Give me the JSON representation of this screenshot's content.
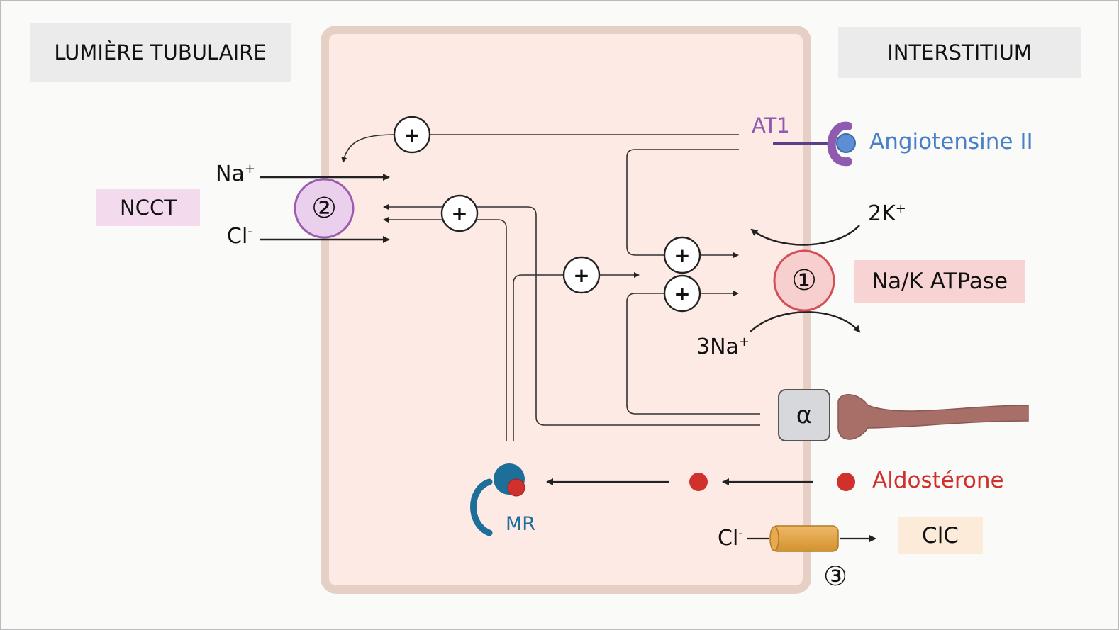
{
  "labels": {
    "lumen": "LUMIÈRE TUBULAIRE",
    "interstitium": "INTERSTITIUM",
    "ncct": "NCCT",
    "nak": "Na/K ATPase",
    "clc": "ClC",
    "at1": "AT1",
    "angiotensin": "Angiotensine II",
    "aldosterone": "Aldostérone",
    "mr": "MR",
    "alpha": "α"
  },
  "ions": {
    "na": "Na",
    "na_sup": "+",
    "cl": "Cl",
    "cl_sup": "-",
    "k2": "2K",
    "k2_sup": "+",
    "na3": "3Na",
    "na3_sup": "+",
    "cl_bottom": "Cl",
    "cl_bottom_sup": "-"
  },
  "markers": {
    "one": "①",
    "two": "②",
    "three": "③",
    "plus": "+"
  },
  "colors": {
    "cell_fill": "#fdeae4",
    "cell_border": "#e6cfc5",
    "at1": "#8e5bb0",
    "angiotensin": "#4a80c8",
    "aldosterone": "#d0312d",
    "mr": "#1d6e99",
    "ncct_box": "#f3dbed",
    "nak_box": "#f8d3d3",
    "clc_box": "#fcebd9",
    "header_box": "#ebebeb"
  }
}
